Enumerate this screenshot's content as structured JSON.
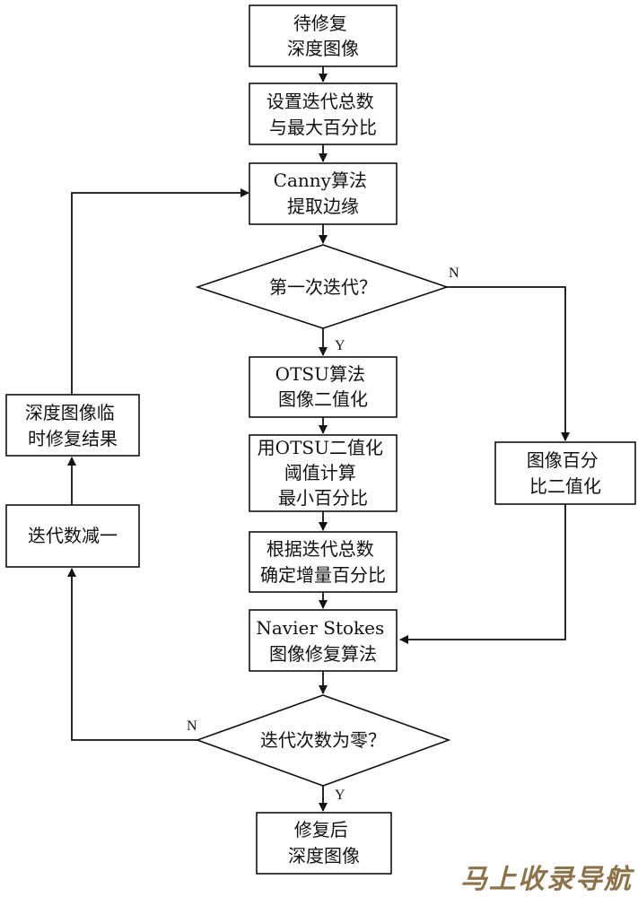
{
  "nodes": {
    "start": {
      "lines": [
        "待修复",
        "深度图像"
      ]
    },
    "setup": {
      "lines": [
        "设置迭代总数",
        "与最大百分比"
      ]
    },
    "canny": {
      "lines": [
        "Canny算法",
        "提取边缘"
      ]
    },
    "first_iter": {
      "lines": [
        "第一次迭代？"
      ]
    },
    "otsu": {
      "lines": [
        "OTSU算法",
        "图像二值化"
      ]
    },
    "otsu_threshold": {
      "lines": [
        "用OTSU二值化",
        "阈值计算",
        "最小百分比"
      ]
    },
    "percent_binarize": {
      "lines": [
        "图像百分",
        "比二值化"
      ]
    },
    "increment": {
      "lines": [
        "根据迭代总数",
        "确定增量百分比"
      ]
    },
    "navier": {
      "lines": [
        "Navier Stokes",
        "图像修复算法"
      ]
    },
    "iter_zero": {
      "lines": [
        "迭代次数为零？"
      ]
    },
    "end": {
      "lines": [
        "修复后",
        "深度图像"
      ]
    },
    "temp_result": {
      "lines": [
        "深度图像临",
        "时修复结果"
      ]
    },
    "decrement": {
      "lines": [
        "迭代数减一"
      ]
    }
  },
  "edge_labels": {
    "first_no": "N",
    "first_yes": "Y",
    "zero_no": "N",
    "zero_yes": "Y"
  },
  "watermark": "马上收录导航"
}
